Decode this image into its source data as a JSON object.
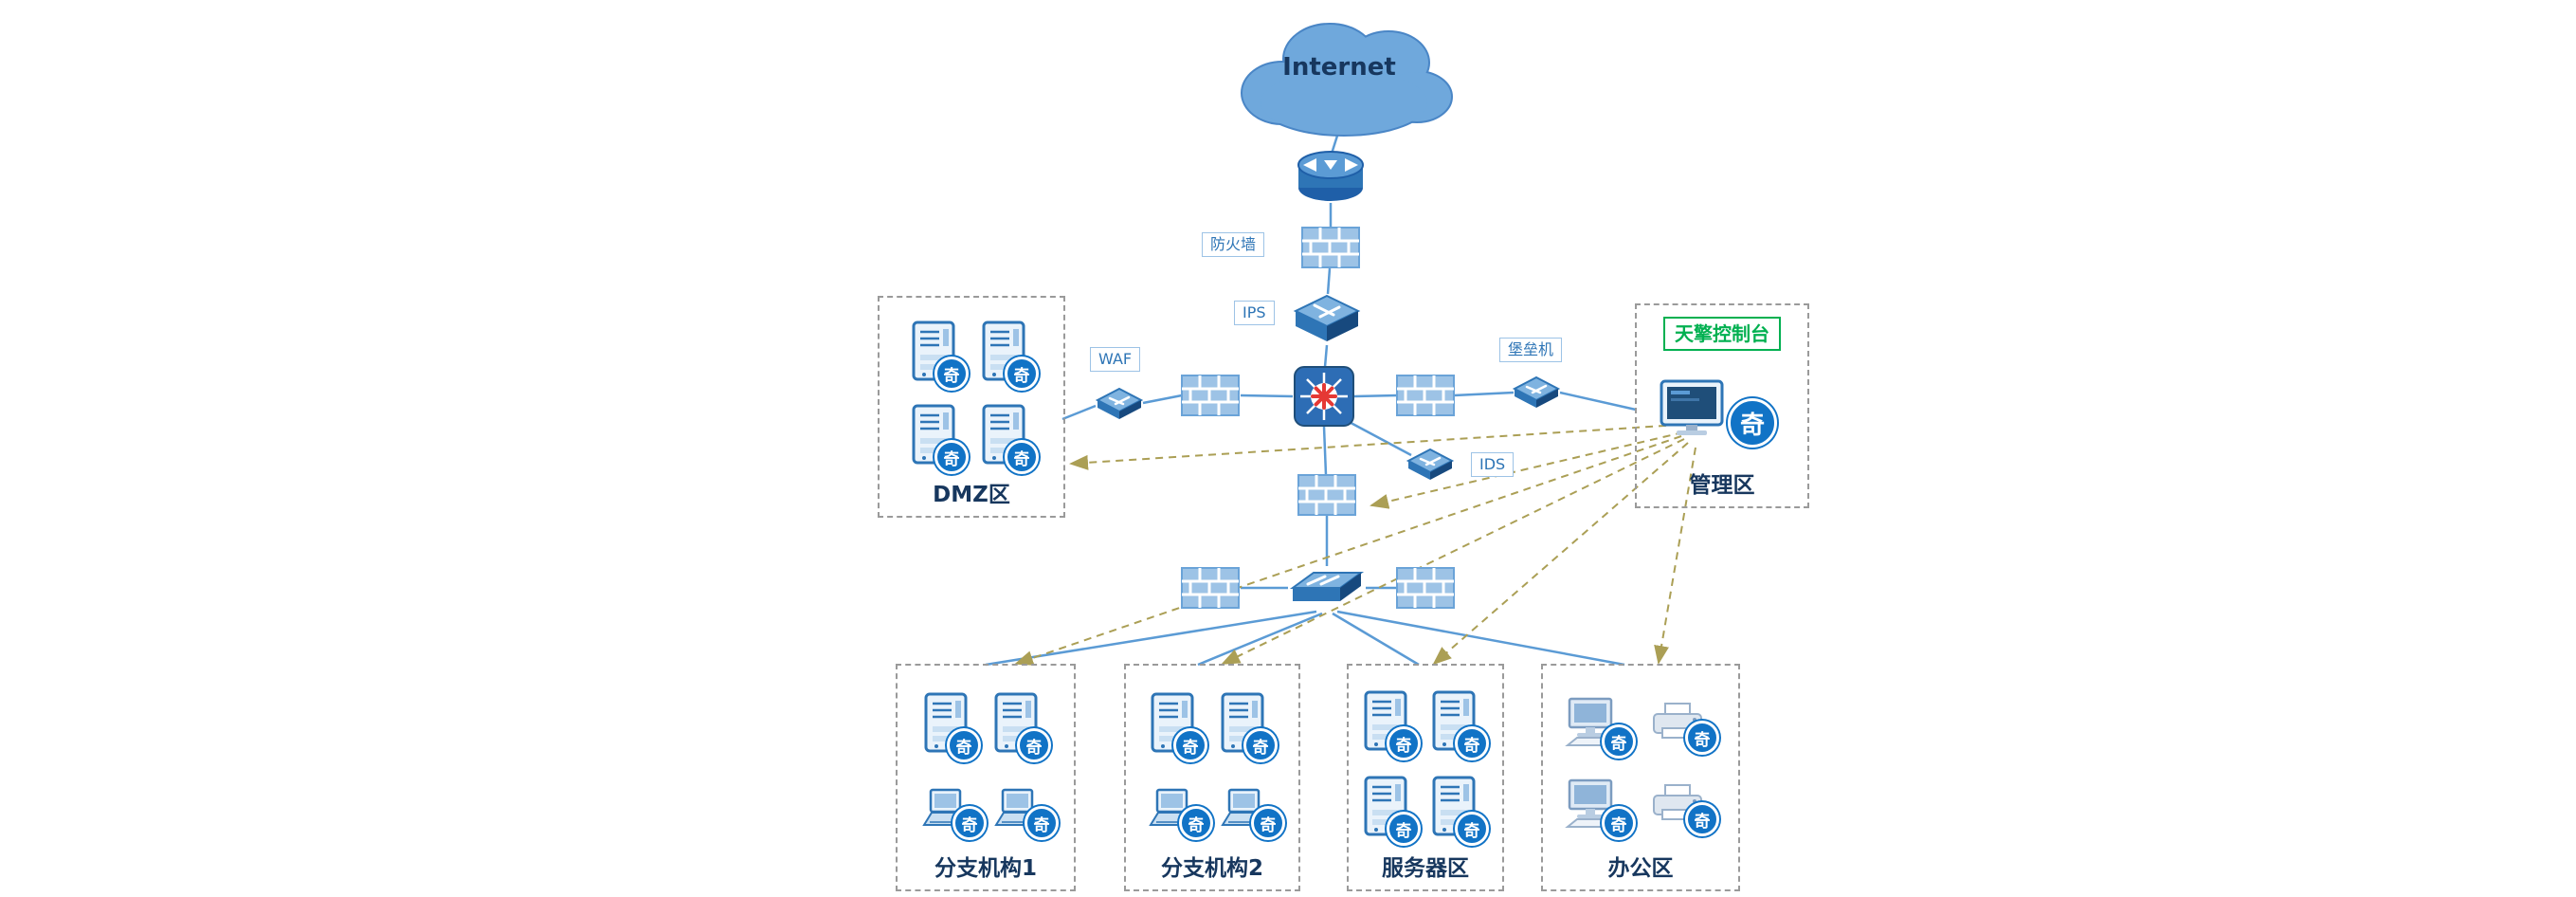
{
  "diagram": {
    "labels": {
      "internet": "Internet",
      "firewall": "防火墙",
      "ips": "IPS",
      "waf": "WAF",
      "bastion": "堡垒机",
      "ids": "IDS",
      "console": "天擎控制台"
    },
    "zones": {
      "dmz": {
        "label": "DMZ区"
      },
      "management": {
        "label": "管理区"
      },
      "branch1": {
        "label": "分支机构1"
      },
      "branch2": {
        "label": "分支机构2"
      },
      "servers": {
        "label": "服务器区"
      },
      "office": {
        "label": "办公区"
      }
    },
    "logo_char": "奇",
    "colors": {
      "link_blue": "#5b9bd5",
      "dashed_olive": "#ab9f55",
      "device_blue": "#2e75b6",
      "device_light": "#7fb3e0",
      "brick_blue": "#9dc3e6",
      "tag_text": "#2e75b6",
      "tag_border": "#9dc3e6",
      "console_green": "#00b050",
      "zone_border": "#9a9a9a",
      "zone_label": "#17375e",
      "logo_blue": "#1173c6",
      "core_star_red": "#e53935",
      "cloud_blue": "#6fa8dc"
    }
  }
}
